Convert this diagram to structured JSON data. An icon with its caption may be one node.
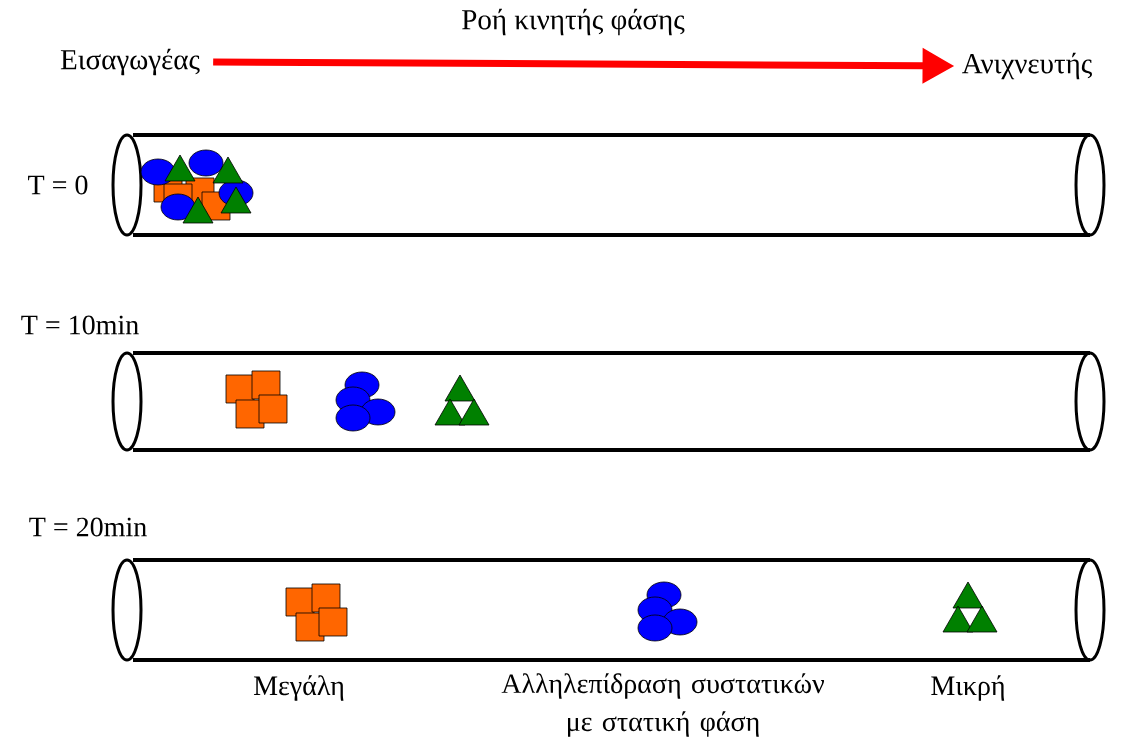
{
  "diagram": {
    "nodes": [
      {
        "text": [
          "Εισαγωγέας"
        ]
      },
      {
        "text": [
          "Ανιχνευτής"
        ]
      }
    ],
    "edges": [
      {
        "from": 0,
        "to": 1,
        "arrow": "to",
        "label": "Ροή κινητής φάσης",
        "color": "#ff0000"
      }
    ],
    "labels": [
      "T = 0",
      "T = 10min",
      "T = 20min",
      "Μεγάλη",
      "Αλληλεπίδραση συστατικών με στατική φάση",
      "Μικρή"
    ]
  }
}
